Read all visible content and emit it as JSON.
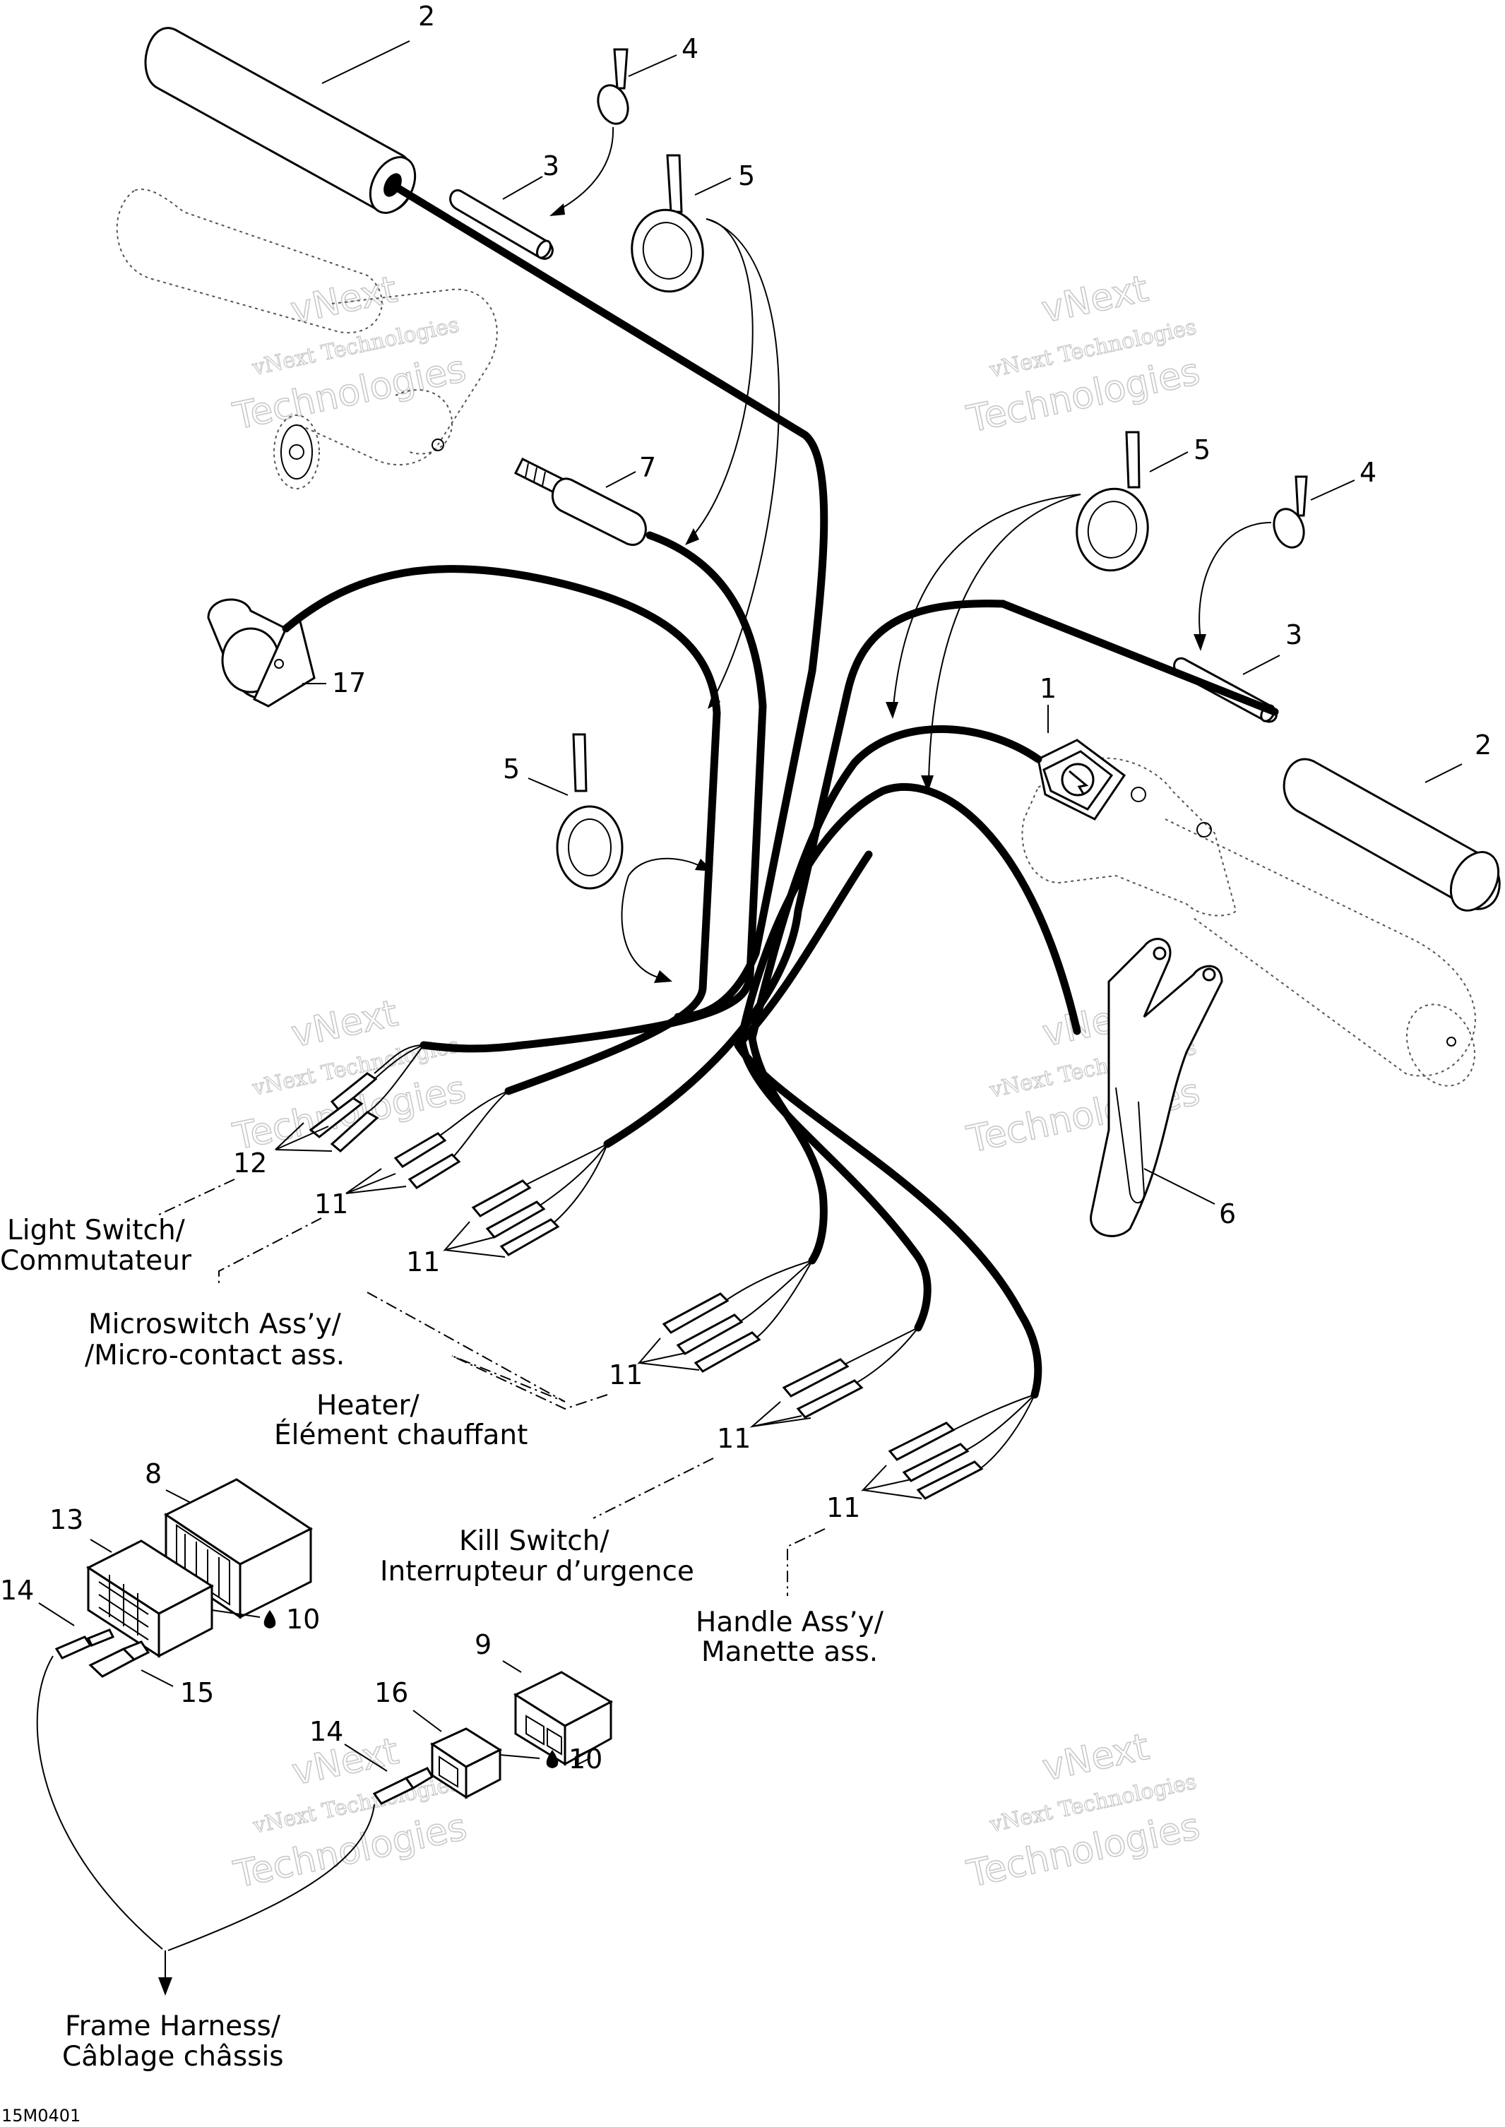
{
  "callouts": {
    "c2_top": "2",
    "c2_right": "2",
    "c3_top": "3",
    "c3_right": "3",
    "c4_top": "4",
    "c4_right": "4",
    "c5_top": "5",
    "c5_right": "5",
    "c5_left": "5",
    "c7": "7",
    "c17": "17",
    "c1": "1",
    "c6": "6",
    "c12": "12",
    "c11_a": "11",
    "c11_b": "11",
    "c11_c": "11",
    "c11_d": "11",
    "c11_e": "11",
    "c8": "8",
    "c13": "13",
    "c14_a": "14",
    "c14_b": "14",
    "c15": "15",
    "c16": "16",
    "c9": "9",
    "c10_a": "10",
    "c10_b": "10"
  },
  "labels": {
    "light_switch_1": "Light Switch/",
    "light_switch_2": "Commutateur",
    "microswitch_1": "Microswitch Ass’y/",
    "microswitch_2": "/Micro-contact ass.",
    "heater_1": "Heater/",
    "heater_2": "Élément chauffant",
    "kill_switch_1": "Kill Switch/",
    "kill_switch_2": "Interrupteur d’urgence",
    "handle_1": "Handle Ass’y/",
    "handle_2": "Manette ass.",
    "frame_1": "Frame Harness/",
    "frame_2": "Câblage châssis"
  },
  "watermark": {
    "line1": "vNext Technologies",
    "line2": "Technologies",
    "line0": "vNext"
  },
  "figure_code": "15M0401"
}
